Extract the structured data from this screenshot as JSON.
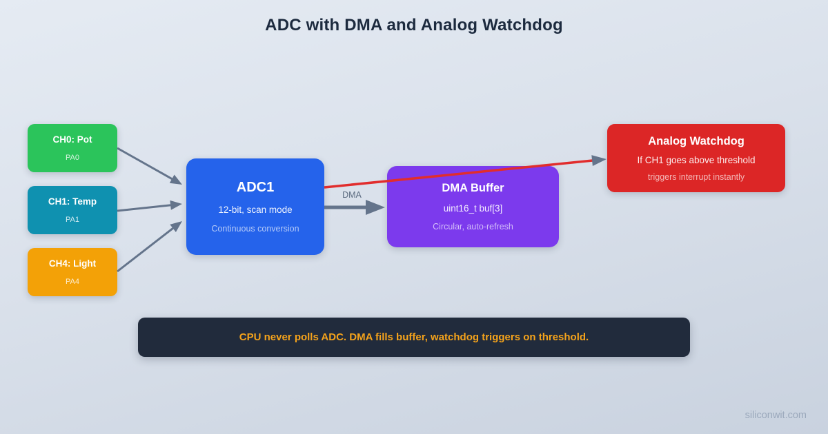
{
  "title": "ADC with DMA and Analog Watchdog",
  "nodes": {
    "ch0": {
      "label": "CH0: Pot",
      "pin": "PA0",
      "color": "#2BC45B"
    },
    "ch1": {
      "label": "CH1: Temp",
      "pin": "PA1",
      "color": "#0F91B0"
    },
    "ch4": {
      "label": "CH4: Light",
      "pin": "PA4",
      "color": "#F3A107"
    },
    "adc1": {
      "label": "ADC1",
      "line1": "12-bit, scan mode",
      "line2": "Continuous conversion",
      "color": "#2563EB"
    },
    "dma_buffer": {
      "label": "DMA Buffer",
      "line1": "uint16_t buf[3]",
      "line2": "Circular, auto-refresh",
      "color": "#7C3AED"
    },
    "watchdog": {
      "label": "Analog Watchdog",
      "line1": "If CH1 goes above threshold",
      "line2": "triggers interrupt instantly",
      "color": "#DC2626"
    }
  },
  "edges": {
    "dma_label": "DMA",
    "arrow_color": "#64748B",
    "alert_color": "#E12D2D"
  },
  "note": {
    "text": "CPU never polls ADC. DMA fills buffer, watchdog triggers on threshold.",
    "bg": "#212B3C"
  },
  "watermark": "siliconwit.com"
}
